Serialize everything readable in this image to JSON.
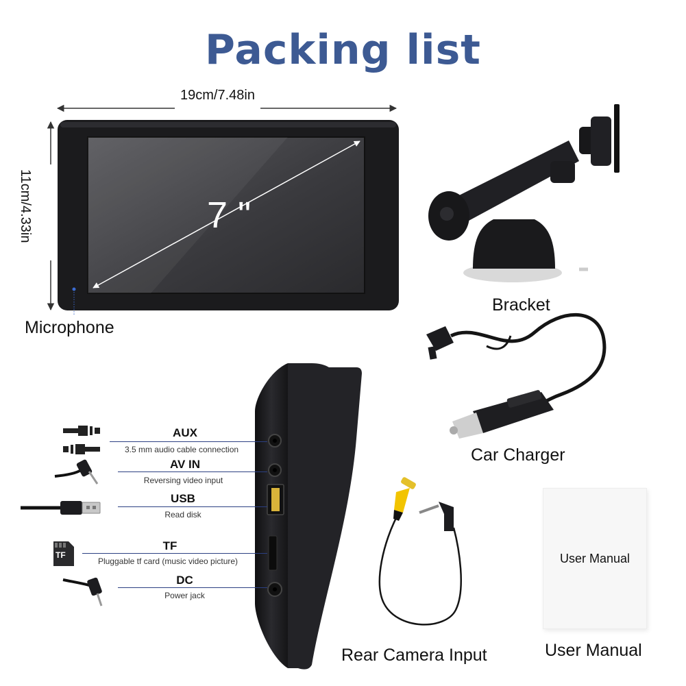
{
  "title": "Packing list",
  "screen": {
    "width_label": "19cm/7.48in",
    "height_label": "11cm/4.33in",
    "size_label": "7 \"",
    "microphone_label": "Microphone"
  },
  "accessories": {
    "bracket": "Bracket",
    "car_charger": "Car Charger",
    "rear_camera": "Rear Camera Input",
    "manual_cover": "User Manual",
    "manual_caption": "User Manual"
  },
  "ports": [
    {
      "name": "AUX",
      "desc": "3.5 mm audio cable connection"
    },
    {
      "name": "AV IN",
      "desc": "Reversing video input"
    },
    {
      "name": "USB",
      "desc": "Read disk"
    },
    {
      "name": "TF",
      "desc": "Pluggable tf card (music video picture)"
    },
    {
      "name": "DC",
      "desc": "Power jack"
    }
  ],
  "icons": {
    "tf_card_text": "TF"
  },
  "colors": {
    "title": "#3d5a93",
    "device_body": "#1b1b1d",
    "connector_line": "#2b3f82",
    "rca_yellow": "#f2c400"
  }
}
